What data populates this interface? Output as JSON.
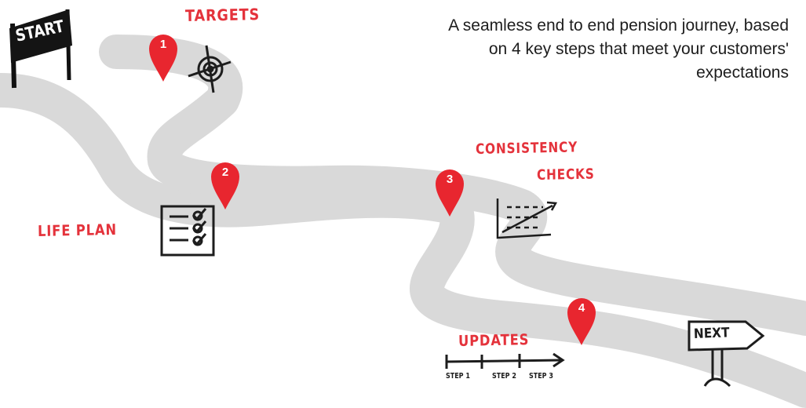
{
  "headline": "A seamless end to end pension journey, based\non 4 key steps that meet your customers'\nexpectations",
  "steps": [
    {
      "number": "1",
      "label": "TARGETS",
      "icon": "target-icon"
    },
    {
      "number": "2",
      "label": "LIFE PLAN",
      "icon": "checklist-icon"
    },
    {
      "number": "3",
      "label_line1": "CONSISTENCY",
      "label_line2": "CHECKS",
      "icon": "trend-chart-icon"
    },
    {
      "number": "4",
      "label": "UPDATES",
      "icon": "timeline-icon"
    }
  ],
  "timeline": {
    "step1": "STEP 1",
    "step2": "STEP 2",
    "step3": "STEP 3"
  },
  "signs": {
    "start": "START",
    "next": "NEXT"
  },
  "colors": {
    "road": "#d9d9d9",
    "pin": "#e8262f",
    "accent_text": "#e4323b",
    "ink": "#1d1d1d"
  }
}
